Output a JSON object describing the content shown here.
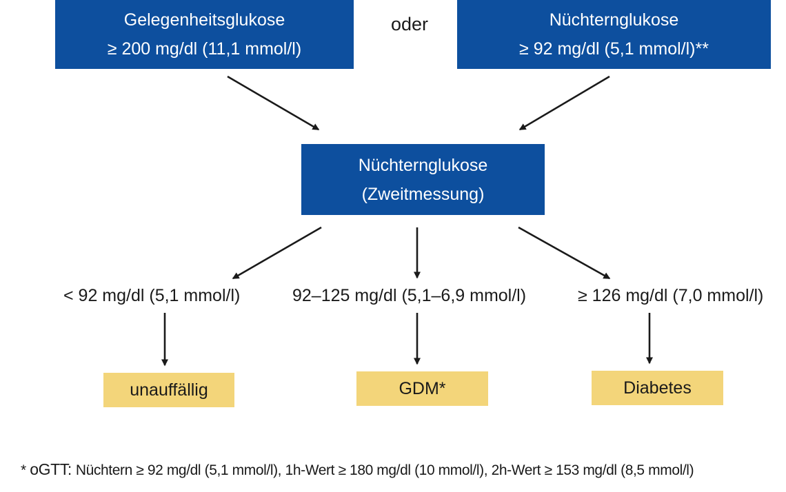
{
  "diagram": {
    "top_left": {
      "line1": "Gelegenheitsglukose",
      "line2": "≥ 200 mg/dl (11,1 mmol/l)"
    },
    "connector": "oder",
    "top_right": {
      "line1": "Nüchternglukose",
      "line2": "≥ 92 mg/dl (5,1 mmol/l)**"
    },
    "middle": {
      "line1": "Nüchternglukose",
      "line2": "(Zweitmessung)"
    },
    "branches": [
      {
        "condition": "< 92 mg/dl (5,1 mmol/l)",
        "result": "unauffällig"
      },
      {
        "condition": "92–125 mg/dl (5,1–6,9 mmol/l)",
        "result": "GDM*"
      },
      {
        "condition": "≥ 126 mg/dl (7,0 mmol/l)",
        "result": "Diabetes"
      }
    ],
    "footnote": {
      "marker": "*",
      "lead": "oGTT:",
      "text": "Nüchtern ≥ 92 mg/dl (5,1 mmol/l), 1h-Wert ≥ 180 mg/dl (10 mmol/l), 2h-Wert ≥ 153 mg/dl (8,5 mmol/l)"
    },
    "colors": {
      "box_blue": "#0d4f9e",
      "box_yellow": "#f3d57a",
      "arrow": "#1a1a1a"
    }
  }
}
